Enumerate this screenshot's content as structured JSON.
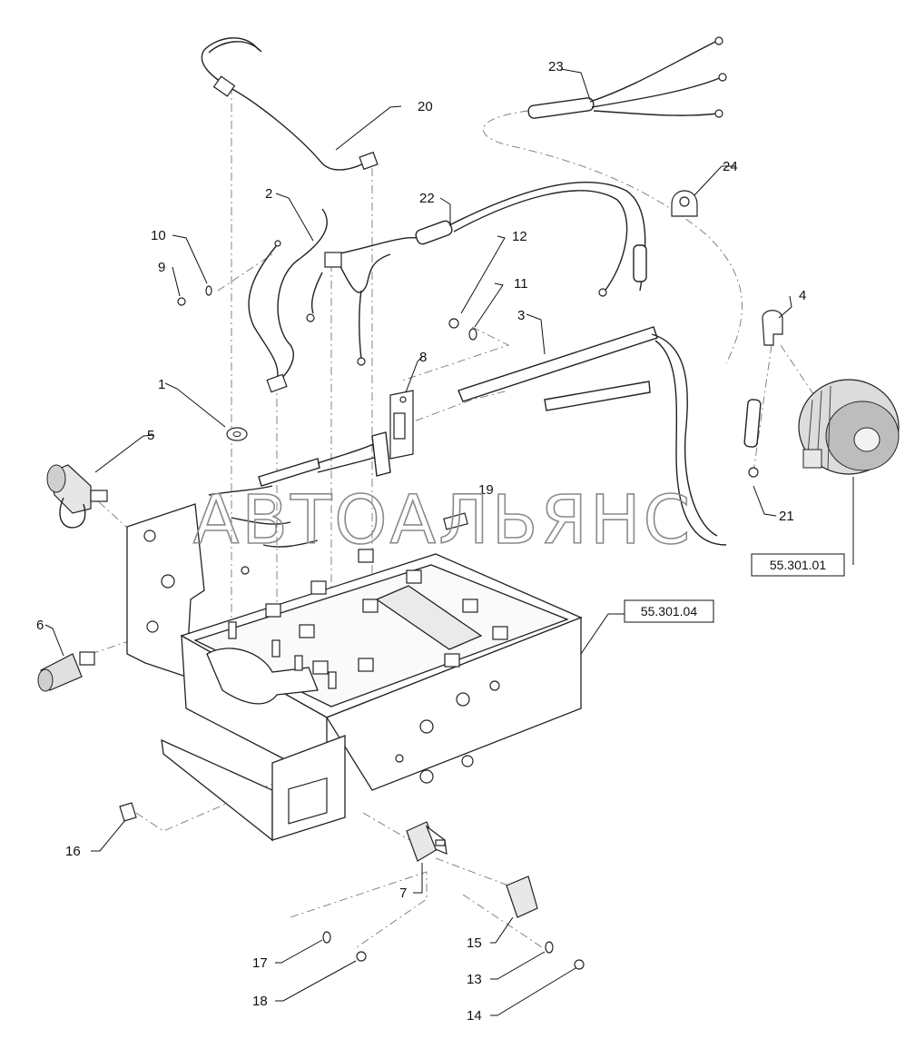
{
  "watermark": "АВТОАЛЬЯНС",
  "callouts": [
    "1",
    "2",
    "3",
    "4",
    "5",
    "6",
    "7",
    "8",
    "9",
    "10",
    "11",
    "12",
    "13",
    "14",
    "15",
    "16",
    "17",
    "18",
    "19",
    "20",
    "21",
    "22",
    "23",
    "24"
  ],
  "references": {
    "battery_box": "55.301.04",
    "alternator": "55.301.01"
  },
  "icons": {
    "alternator": "alternator-icon",
    "battery_box": "battery-box-icon",
    "isolator_switch": "isolator-switch-icon",
    "socket": "socket-icon"
  }
}
